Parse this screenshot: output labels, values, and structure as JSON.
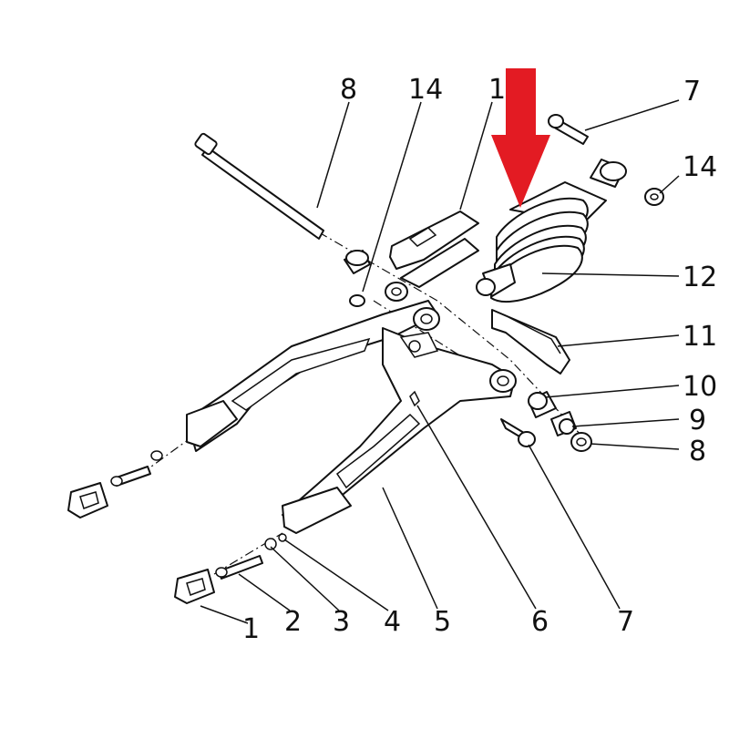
{
  "callouts": [
    {
      "id": "c-1-bottom",
      "text": "1"
    },
    {
      "id": "c-2-bottom",
      "text": "2"
    },
    {
      "id": "c-3-bottom",
      "text": "3"
    },
    {
      "id": "c-4-bottom",
      "text": "4"
    },
    {
      "id": "c-5-bottom",
      "text": "5"
    },
    {
      "id": "c-6-bottom",
      "text": "6"
    },
    {
      "id": "c-7-bottom",
      "text": "7"
    },
    {
      "id": "c-8-top",
      "text": "8"
    },
    {
      "id": "c-14-top",
      "text": "14"
    },
    {
      "id": "c-1-top",
      "text": "1"
    },
    {
      "id": "c-7-right",
      "text": "7"
    },
    {
      "id": "c-14-right",
      "text": "14"
    },
    {
      "id": "c-12-right",
      "text": "12"
    },
    {
      "id": "c-11-right",
      "text": "11"
    },
    {
      "id": "c-10-right",
      "text": "10"
    },
    {
      "id": "c-9-right",
      "text": "9"
    },
    {
      "id": "c-8-right",
      "text": "8"
    }
  ],
  "highlight": {
    "indicator": "down-arrow",
    "color": "#e31b23",
    "points_to": "12"
  },
  "colors": {
    "line": "#111111",
    "background": "#ffffff"
  }
}
